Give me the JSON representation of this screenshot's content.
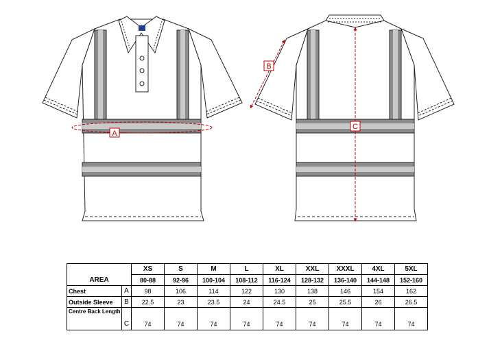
{
  "diagram": {
    "labels": {
      "chest": "A",
      "sleeve": "B",
      "back_length": "C"
    },
    "colors": {
      "measure": "#c00000",
      "reflective_tape": "#8c8c8c",
      "outline": "#222222"
    }
  },
  "table": {
    "area_header": "AREA",
    "sizes": [
      "XS",
      "S",
      "M",
      "L",
      "XL",
      "XXL",
      "XXXL",
      "4XL",
      "5XL"
    ],
    "ranges": [
      "80-88",
      "92-96",
      "100-104",
      "108-112",
      "116-124",
      "128-132",
      "136-140",
      "144-148",
      "152-160"
    ],
    "rows": [
      {
        "label": "Chest",
        "code": "A",
        "values": [
          "98",
          "106",
          "114",
          "122",
          "130",
          "138",
          "146",
          "154",
          "162"
        ]
      },
      {
        "label": "Outside Sleeve",
        "code": "B",
        "values": [
          "22.5",
          "23",
          "23.5",
          "24",
          "24.5",
          "25",
          "25.5",
          "26",
          "26.5"
        ]
      },
      {
        "label": "Centre Back Length",
        "code": "C",
        "values": [
          "74",
          "74",
          "74",
          "74",
          "74",
          "74",
          "74",
          "74",
          "74"
        ]
      }
    ]
  }
}
